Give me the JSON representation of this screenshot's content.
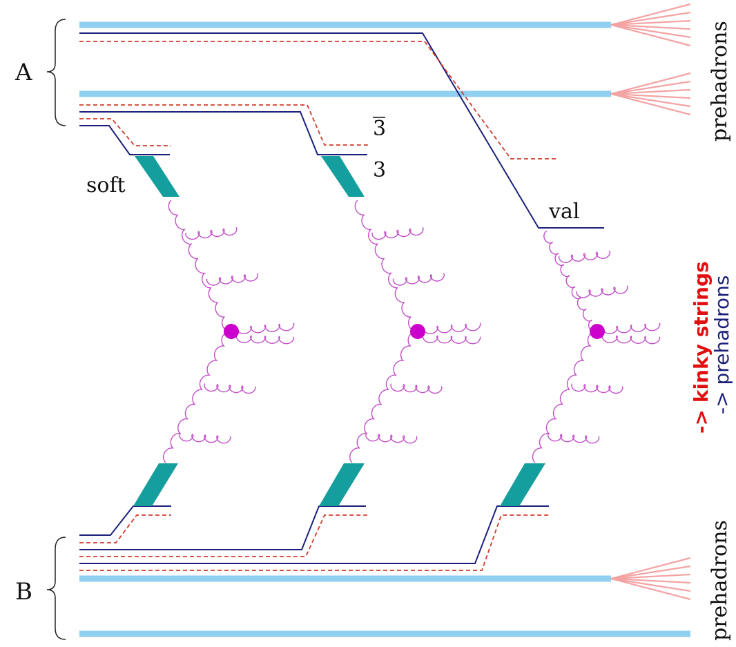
{
  "labels": {
    "nucleus_a": "A",
    "nucleus_b": "B",
    "soft": "soft",
    "antitriplet": "3",
    "triplet": "3",
    "val": "val",
    "prehadrons_top": "prehadrons",
    "prehadrons_bottom": "prehadrons",
    "kinky_strings": "-> kinky strings",
    "to_prehadrons": "-> prehadrons"
  },
  "colors": {
    "nucleon_line": "#8fcff0",
    "fan": "#f4a3a3",
    "parton_blue": "#1b1f7a",
    "parton_red_dashed": "#d23a2a",
    "pomeron_blob": "#159e9e",
    "gluon": "#c24fc8",
    "vertex_dot": "#cc00cc",
    "kinky_text": "#e01010",
    "prehadrons_text": "#1b1f7a"
  }
}
